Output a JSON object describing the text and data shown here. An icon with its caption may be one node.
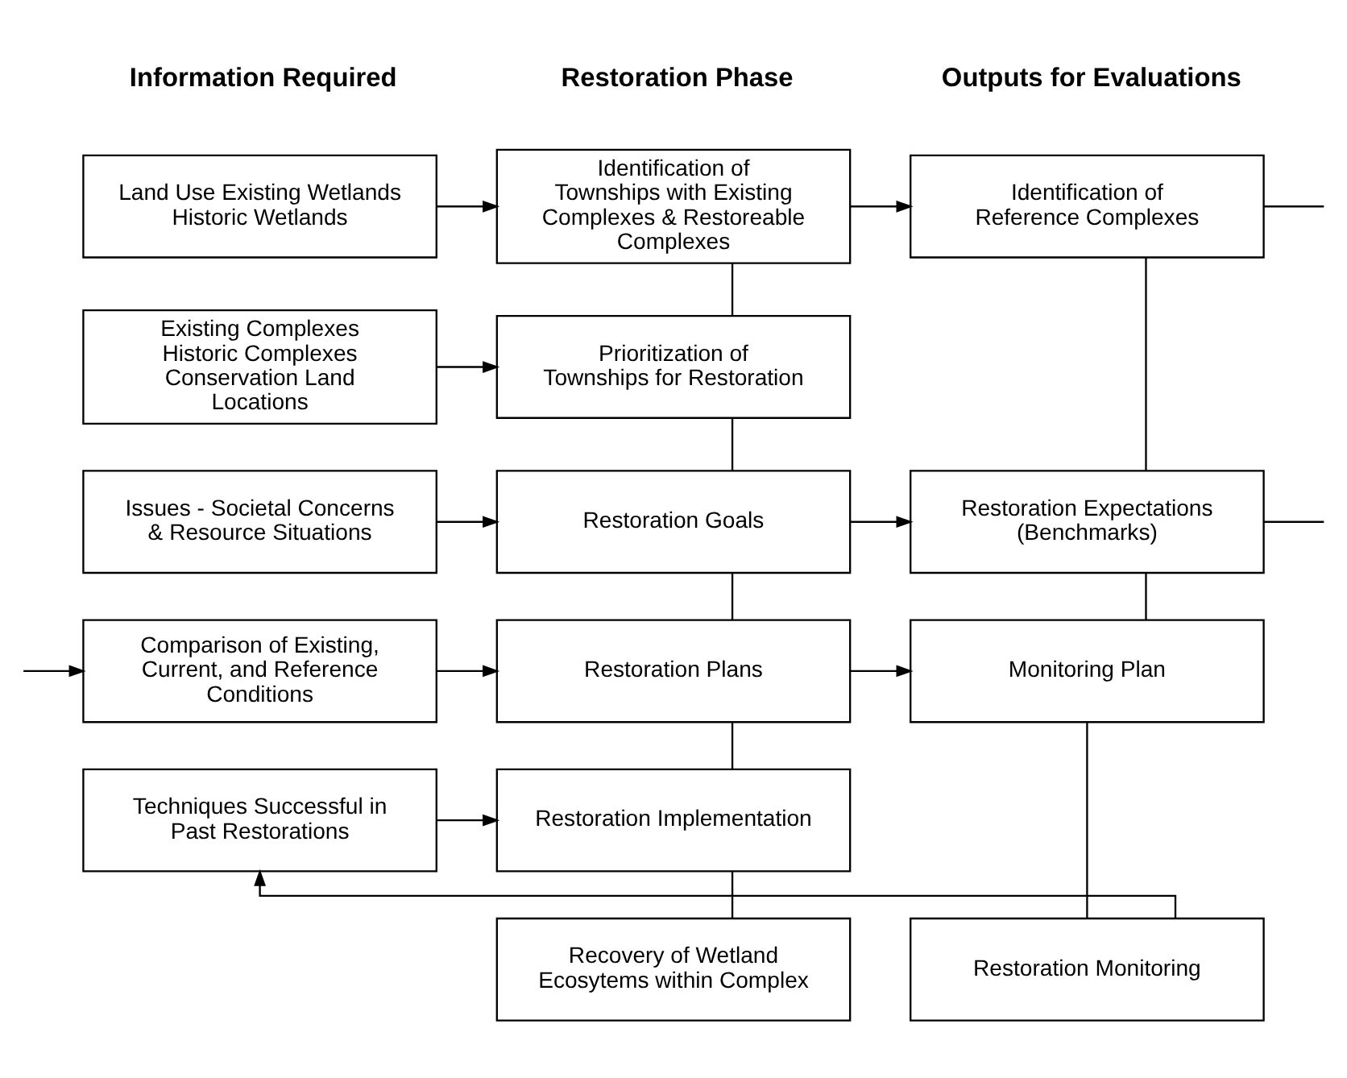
{
  "diagram": {
    "nodes": [
      {
        "text": [
          "Land Use Existing Wetlands Historic Wetlands"
        ]
      },
      {
        "text": [
          "Identification of Townships with Existing Complexes & Restoreable Complexes"
        ]
      },
      {
        "text": [
          "Identification of Reference Complexes"
        ]
      },
      {
        "text": [
          "Existing Complexes Historic Complexes Conservation Land Locations"
        ]
      },
      {
        "text": [
          "Prioritization of Townships for Restoration"
        ]
      },
      {
        "text": [
          "Issues - Societal Concerns & Resource Situations"
        ]
      },
      {
        "text": [
          "Restoration Goals"
        ]
      },
      {
        "text": [
          "Restoration Expectations (Benchmarks)"
        ]
      },
      {
        "text": [
          "Comparison of Existing, Current, and Reference Conditions"
        ]
      },
      {
        "text": [
          "Restoration Plans"
        ]
      },
      {
        "text": [
          "Monitoring Plan"
        ]
      },
      {
        "text": [
          "Techniques Successful in Past Restorations"
        ]
      },
      {
        "text": [
          "Restoration Implementation"
        ]
      },
      {
        "text": [
          "Recovery of Wetland Ecosytems within Complex"
        ]
      },
      {
        "text": [
          "Restoration Monitoring"
        ]
      }
    ],
    "edges": [
      {
        "from": 0,
        "to": 1,
        "arrow": "to"
      },
      {
        "from": 1,
        "to": 2,
        "arrow": "to"
      },
      {
        "from": 1,
        "to": 4,
        "arrow": "none"
      },
      {
        "from": 3,
        "to": 4,
        "arrow": "to"
      },
      {
        "from": 4,
        "to": 6,
        "arrow": "none"
      },
      {
        "from": 5,
        "to": 6,
        "arrow": "to"
      },
      {
        "from": 6,
        "to": 7,
        "arrow": "to"
      },
      {
        "from": 2,
        "to": 7,
        "arrow": "none"
      },
      {
        "from": 6,
        "to": 9,
        "arrow": "none"
      },
      {
        "from": 8,
        "to": 9,
        "arrow": "to"
      },
      {
        "from": 9,
        "to": 10,
        "arrow": "to"
      },
      {
        "from": 7,
        "to": 10,
        "arrow": "none"
      },
      {
        "from": 9,
        "to": 12,
        "arrow": "none"
      },
      {
        "from": 11,
        "to": 12,
        "arrow": "to"
      },
      {
        "from": 12,
        "to": 13,
        "arrow": "none"
      },
      {
        "from": 10,
        "to": 14,
        "arrow": "none"
      },
      {
        "from": 14,
        "to": 11,
        "arrow": "to"
      },
      {
        "from": null,
        "to": 8,
        "arrow": "to"
      },
      {
        "from": 2,
        "to": null,
        "arrow": "none"
      },
      {
        "from": 7,
        "to": null,
        "arrow": "none"
      }
    ],
    "labels": [
      "Information Required",
      "Restoration Phase",
      "Outputs for Evaluations"
    ]
  }
}
